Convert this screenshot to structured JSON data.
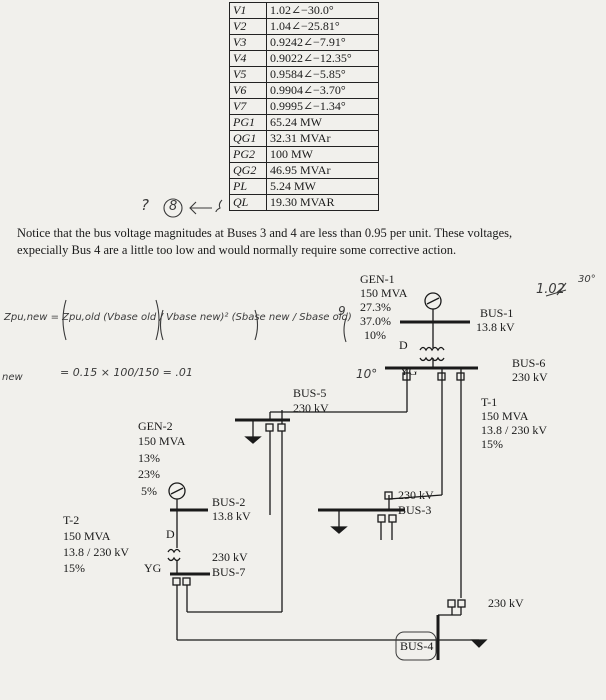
{
  "table": [
    {
      "sym": "V1",
      "val": "1.02∠−30.0°"
    },
    {
      "sym": "V2",
      "val": "1.04∠−25.81°"
    },
    {
      "sym": "V3",
      "val": "0.9242∠−7.91°"
    },
    {
      "sym": "V4",
      "val": "0.9022∠−12.35°"
    },
    {
      "sym": "V5",
      "val": "0.9584∠−5.85°"
    },
    {
      "sym": "V6",
      "val": "0.9904∠−3.70°"
    },
    {
      "sym": "V7",
      "val": "0.9995∠−1.34°"
    },
    {
      "sym": "PG1",
      "val": "65.24 MW"
    },
    {
      "sym": "QG1",
      "val": "32.31 MVAr"
    },
    {
      "sym": "PG2",
      "val": "100 MW"
    },
    {
      "sym": "QG2",
      "val": "46.95 MVAr"
    },
    {
      "sym": "PL",
      "val": "5.24 MW"
    },
    {
      "sym": "QL",
      "val": "19.30 MVAR"
    }
  ],
  "notice": {
    "line1": "Notice that the bus voltage magnitudes at Buses 3 and 4 are less than 0.95 per unit. These voltages,",
    "line2": "expecially Bus 4 are a little too low and would normally require some corrective action."
  },
  "gen1": {
    "l1": "GEN-1",
    "l2": "150 MVA",
    "l3": "27.3%",
    "l4": "37.0%",
    "l5": "10%",
    "conn": "D"
  },
  "bus1": {
    "name": "BUS-1",
    "kv": "13.8 kV"
  },
  "bus6": {
    "name": "BUS-6",
    "kv": "230 kV"
  },
  "t1": {
    "name": "T-1",
    "mva": "150 MVA",
    "ratio": "13.8 / 230 kV",
    "z": "15%",
    "conn": "YG"
  },
  "bus5": {
    "name": "BUS-5",
    "kv": "230 kV"
  },
  "gen2": {
    "l1": "GEN-2",
    "l2": "150 MVA",
    "l3": "13%",
    "l4": "23%",
    "l5": "5%"
  },
  "bus2": {
    "name": "BUS-2",
    "kv": "13.8 kV"
  },
  "bus3": {
    "name": "BUS-3",
    "kv": "230 kV"
  },
  "t2": {
    "name": "T-2",
    "mva": "150 MVA",
    "ratio": "13.8 / 230 kV",
    "z": "15%",
    "conn_d": "D",
    "conn_yg": "YG"
  },
  "bus7": {
    "name": "BUS-7",
    "kv": "230 kV"
  },
  "bus4": {
    "name": "BUS-4",
    "kv": "230 kV"
  },
  "handwriting": {
    "q": "?",
    "n8": "8",
    "v102": "1.02",
    "ang": "30°",
    "n9": "9",
    "ang10": "10°",
    "formula": "Zpu,new = Zpu,old (Vbase old / Vbase new)² (Sbase new / Sbase old)",
    "calc": "= 0.15 × 100/150 = .01",
    "new": "new"
  }
}
